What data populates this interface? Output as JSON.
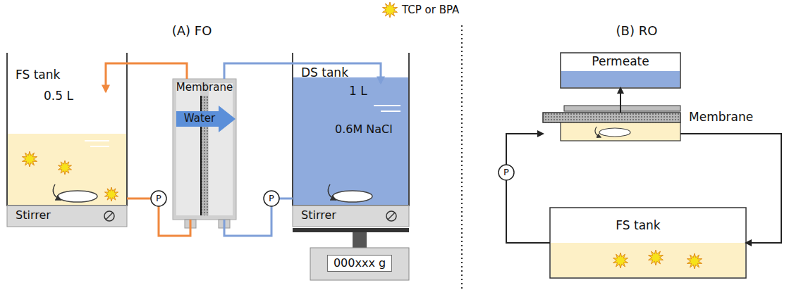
{
  "diagram": {
    "nodes": [
      {
        "text": [
          "FS tank",
          "0.5 L"
        ]
      },
      {
        "text": [
          "Stirrer"
        ]
      },
      {
        "text": [
          "Membrane",
          "Water"
        ]
      },
      {
        "text": [
          "DS tank",
          "1 L",
          "0.6M NaCl"
        ]
      },
      {
        "text": [
          "Stirrer"
        ]
      },
      {
        "text": [
          "000xxx g"
        ]
      },
      {
        "text": [
          "Permeate"
        ]
      },
      {
        "text": [
          "Membrane"
        ]
      },
      {
        "text": [
          "FS tank"
        ]
      }
    ],
    "edges": [
      {
        "from": 0,
        "to": 2,
        "arrow": "none"
      },
      {
        "from": 2,
        "to": 0,
        "arrow": "to"
      },
      {
        "from": 2,
        "to": 3,
        "arrow": "to"
      },
      {
        "from": 3,
        "to": 2,
        "arrow": "none"
      },
      {
        "from": 7,
        "to": 6,
        "arrow": "to"
      },
      {
        "from": 8,
        "to": 7,
        "arrow": "to"
      },
      {
        "from": 7,
        "to": 8,
        "arrow": "to"
      }
    ],
    "labels": [
      "(A) FO",
      "(B) RO",
      "P",
      "P",
      "P"
    ],
    "legend": [
      {
        "text": "TCP or BPA"
      }
    ]
  }
}
